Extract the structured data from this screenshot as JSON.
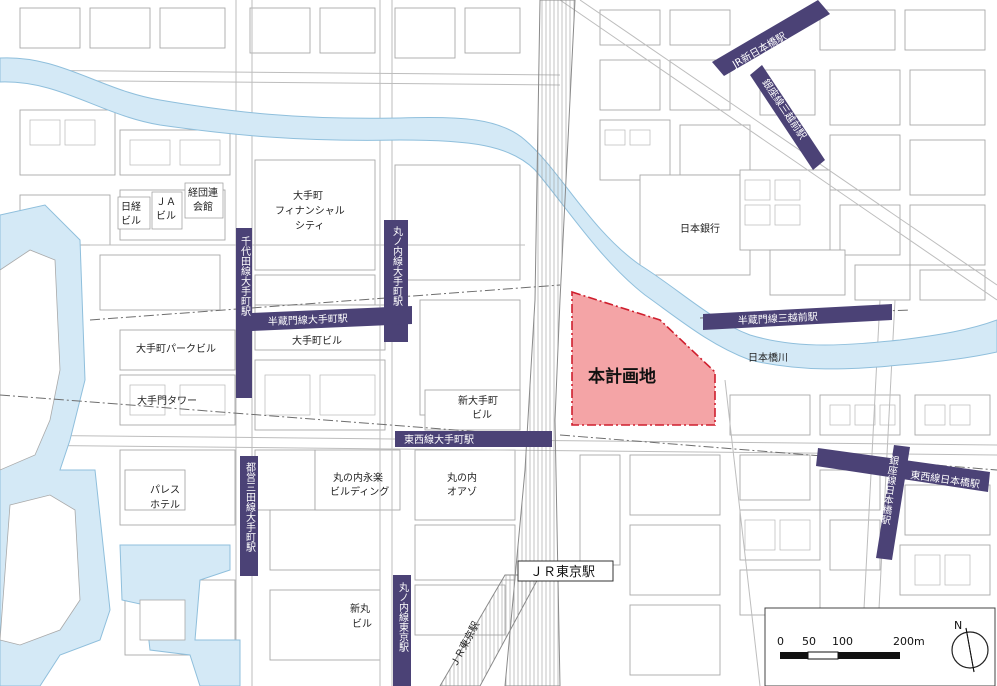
{
  "colors": {
    "water": "#d4e9f6",
    "water_edge": "#8fbfdc",
    "station_bar": "#4b4276",
    "site_fill": "#f4a4a6",
    "site_edge": "#cf1f2e",
    "block_edge": "#a9a9a9",
    "road_edge": "#bdbdbd"
  },
  "site": {
    "label": "本計画地"
  },
  "stations": {
    "jr_shin_nihombashi": "JR新日本橋駅",
    "ginza_mitsukoshimae": "銀座線三越前駅",
    "chiyoda_otemachi": "千代田線大手町駅",
    "marunouchi_otemachi": "丸ノ内線大手町駅",
    "hanzomon_otemachi": "半蔵門線大手町駅",
    "hanzomon_mitsukoshimae": "半蔵門線三越前駅",
    "tozai_otemachi": "東西線大手町駅",
    "tozai_nihombashi": "東西線日本橋駅",
    "ginza_nihombashi": "銀座線日本橋駅",
    "toei_mita_otemachi": "都営三田線大手町駅",
    "marunouchi_tokyo": "丸ノ内線東京駅",
    "jr_tokyo_box": "ＪＲ東京駅",
    "jr_tokyo_side": "ＪＲ東京駅"
  },
  "buildings": {
    "nikkei": [
      "日経",
      "ビル"
    ],
    "ja": [
      "ＪＡ",
      "ビル"
    ],
    "keidanren": [
      "経団連",
      "会館"
    ],
    "otemachi_fc": [
      "大手町",
      "フィナンシャル",
      "シティ"
    ],
    "boj": "日本銀行",
    "otemachi_bldg": "大手町ビル",
    "otemachi_park": "大手町パークビル",
    "otemon_tower": "大手門タワー",
    "shin_otemachi": [
      "新大手町",
      "ビル"
    ],
    "nihombashi_river": "日本橋川",
    "palace_hotel": [
      "パレス",
      "ホテル"
    ],
    "eiraku": [
      "丸の内永楽",
      "ビルディング"
    ],
    "oazo": [
      "丸の内",
      "オアゾ"
    ],
    "shin_maru": [
      "新丸",
      "ビル"
    ]
  },
  "scale": {
    "ticks": [
      "0",
      "50",
      "100",
      "200m"
    ]
  },
  "north": "N"
}
